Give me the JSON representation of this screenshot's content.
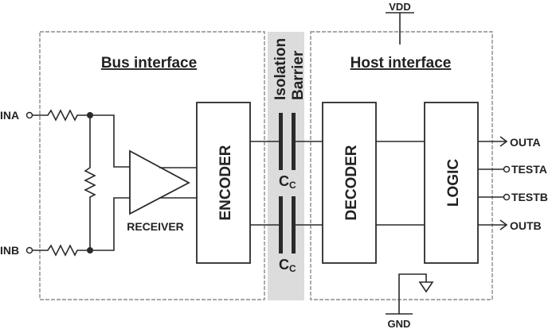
{
  "diagram": {
    "regions": {
      "bus_interface": "Bus interface",
      "host_interface": "Host interface",
      "isolation_line1": "Isolation",
      "isolation_line2": "Barrier"
    },
    "blocks": {
      "receiver": "RECEIVER",
      "encoder": "ENCODER",
      "decoder": "DECODER",
      "logic": "LOGIC"
    },
    "capacitors": {
      "top": {
        "main": "C",
        "sub": "C"
      },
      "bottom": {
        "main": "C",
        "sub": "C"
      }
    },
    "inputs": [
      "INA",
      "INB"
    ],
    "outputs": [
      "OUTA",
      "TESTA",
      "TESTB",
      "OUTB"
    ],
    "rails": {
      "supply": "VDD",
      "ground": "GND"
    },
    "colors": {
      "barrier_fill": "#dcdcdc",
      "line": "#2a2a2a",
      "dash": "#8a8a8a"
    }
  }
}
